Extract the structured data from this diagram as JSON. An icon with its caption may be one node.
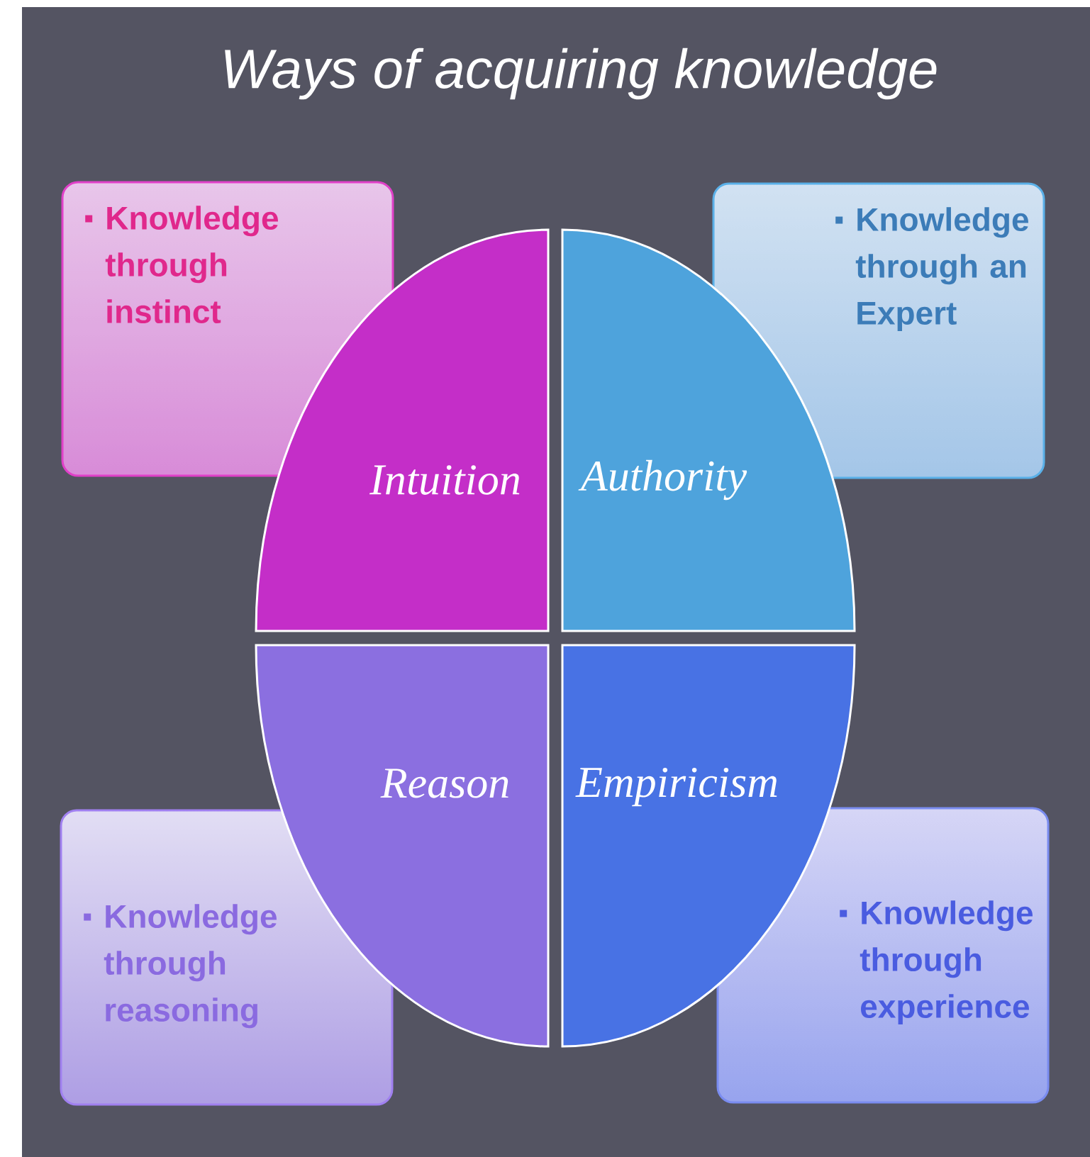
{
  "diagram": {
    "title": "Ways of acquiring knowledge",
    "nodes": [
      {
        "text": [
          "Knowledge through instinct"
        ]
      },
      {
        "text": [
          "Intuition"
        ]
      },
      {
        "text": [
          "Authority"
        ]
      },
      {
        "text": [
          "Knowledge through an Expert"
        ]
      },
      {
        "text": [
          "Reason"
        ]
      },
      {
        "text": [
          "Empiricism"
        ]
      },
      {
        "text": [
          "Knowledge through reasoning"
        ]
      },
      {
        "text": [
          "Knowledge through experience"
        ]
      }
    ]
  }
}
